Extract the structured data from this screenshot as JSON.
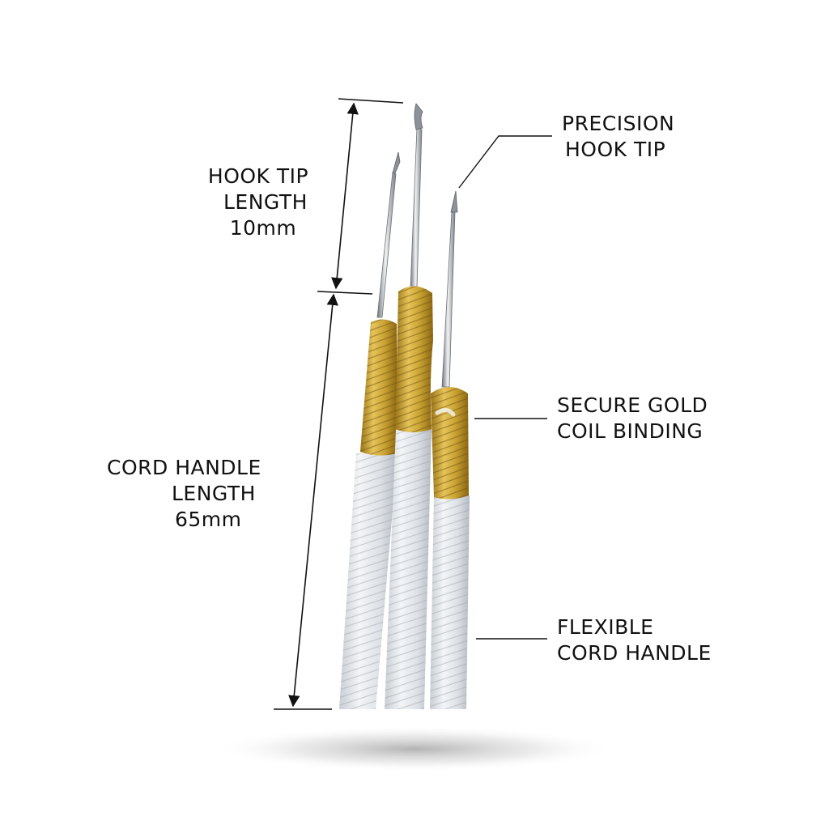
{
  "labels": {
    "hook_tip_length": {
      "line1": "HOOK TIP",
      "line2": "LENGTH",
      "line3": "10mm"
    },
    "cord_handle_length": {
      "line1": "CORD HANDLE",
      "line2": "LENGTH",
      "line3": "65mm"
    },
    "precision_hook_tip": {
      "line1": "PRECISION",
      "line2": "HOOK TIP"
    },
    "secure_gold_coil_binding": {
      "line1": "SECURE GOLD",
      "line2": "COIL BINDING"
    },
    "flexible_cord_handle": {
      "line1": "FLEXIBLE",
      "line2": "CORD HANDLE"
    }
  },
  "colors": {
    "text": "#111111",
    "cord_white": "#e4e8ec",
    "gold_binding": "#c9a233",
    "steel": "#b8bcc2"
  }
}
